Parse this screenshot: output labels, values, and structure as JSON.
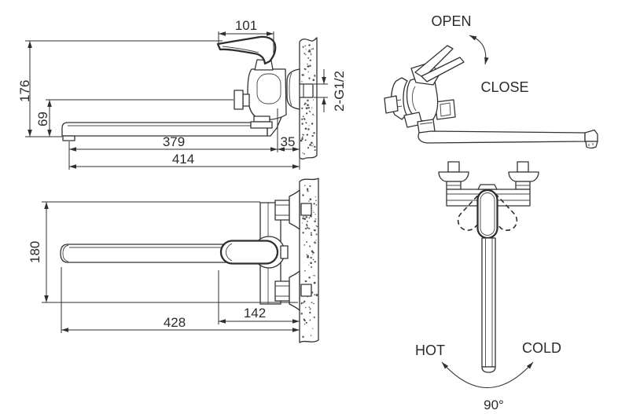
{
  "colors": {
    "line": "#333333",
    "text": "#2b2b2b",
    "background": "#ffffff"
  },
  "side_view": {
    "handle_width": "101",
    "total_height": "176",
    "spout_height": "69",
    "spout_length": "379",
    "wall_offset": "35",
    "total_length": "414",
    "thread_spec": "2-G1/2"
  },
  "top_view": {
    "body_span": "180",
    "total_length": "428",
    "handle_to_wall": "142"
  },
  "operation_view": {
    "open": "OPEN",
    "close": "CLOSE"
  },
  "front_view": {
    "hot": "HOT",
    "cold": "COLD",
    "swing_angle": "90°"
  }
}
